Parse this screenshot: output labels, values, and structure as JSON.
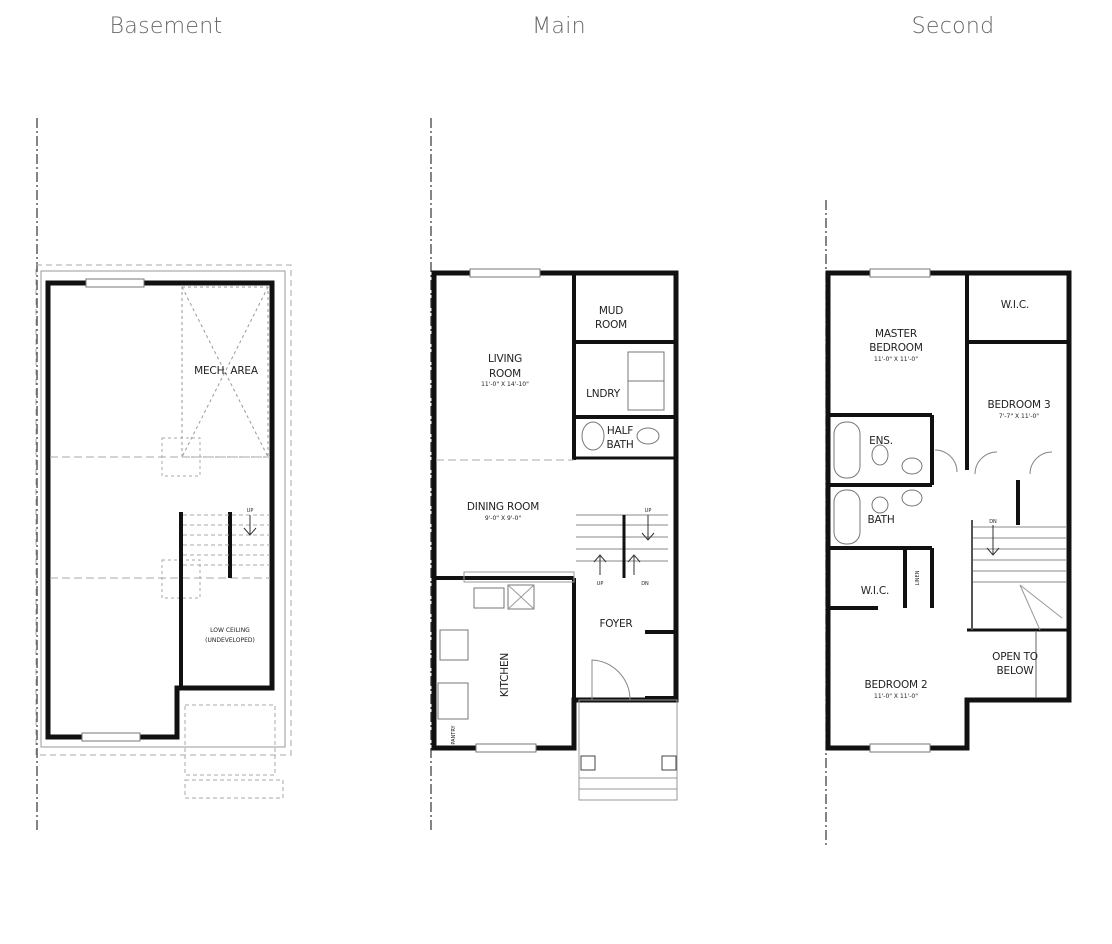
{
  "floors": [
    {
      "title": "Basement",
      "labels": {
        "mech": "MECH. AREA",
        "low1": "LOW CEILING",
        "low2": "(UNDEVELOPED)",
        "up": "UP"
      }
    },
    {
      "title": "Main",
      "labels": {
        "mud1": "MUD",
        "mud2": "ROOM",
        "living1": "LIVING",
        "living2": "ROOM",
        "living_dim": "11'-0\" X 14'-10\"",
        "lndry": "LNDRY",
        "half1": "HALF",
        "half2": "BATH",
        "dining": "DINING ROOM",
        "dining_dim": "9'-0\" X 9'-0\"",
        "up1": "UP",
        "up2": "UP",
        "dn": "DN",
        "foyer": "FOYER",
        "kitchen": "KITCHEN",
        "pantry": "PANTRY"
      }
    },
    {
      "title": "Second",
      "labels": {
        "master1": "MASTER",
        "master2": "BEDROOM",
        "master_dim": "11'-0\" X 11'-0\"",
        "wic1": "W.I.C.",
        "bed3": "BEDROOM 3",
        "bed3_dim": "7'-7\" X 11'-0\"",
        "ens": "ENS.",
        "bath": "BATH",
        "dn": "DN",
        "linen": "LINEN",
        "wic2": "W.I.C.",
        "open1": "OPEN TO",
        "open2": "BELOW",
        "bed2": "BEDROOM 2",
        "bed2_dim": "11'-0\" X 11'-0\""
      }
    }
  ],
  "colors": {
    "wall": "#111111",
    "title": "#666666",
    "line": "#888888"
  }
}
